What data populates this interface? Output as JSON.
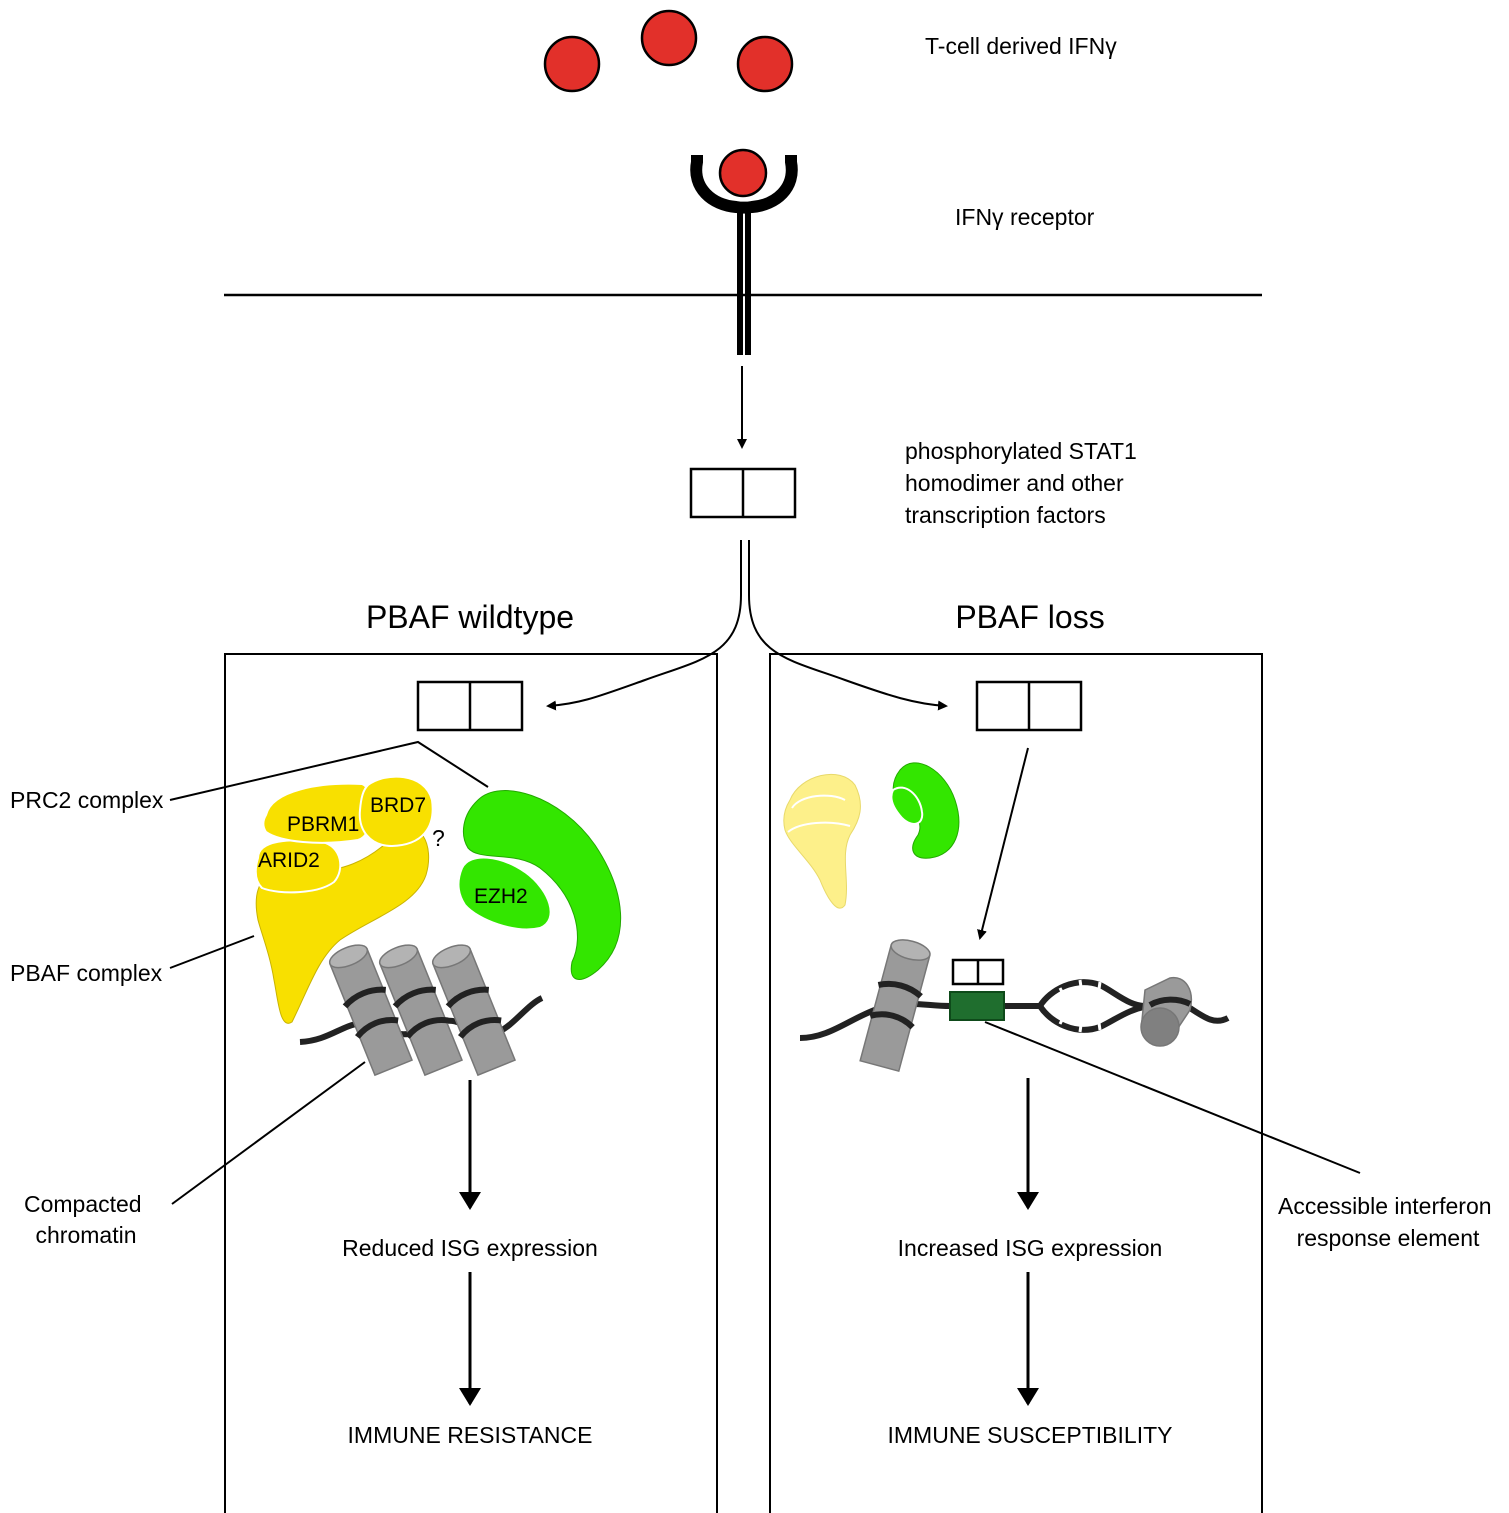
{
  "ligand": {
    "label": "T-cell derived IFNγ",
    "color": "#e2302a"
  },
  "receptor": {
    "label": "IFNγ receptor"
  },
  "stat": {
    "line1": "phosphorylated STAT1",
    "line2": "homodimer and other",
    "line3": "transcription factors"
  },
  "left_panel": {
    "title": "PBAF wildtype",
    "subunits": {
      "pbrm1": "PBRM1",
      "brd7": "BRD7",
      "arid2": "ARID2",
      "ezh2": "EZH2"
    },
    "question_mark": "?",
    "callouts": {
      "prc2": "PRC2 complex",
      "pbaf": "PBAF complex",
      "chromatin_line1": "Compacted",
      "chromatin_line2": "chromatin"
    },
    "expression": "Reduced ISG expression",
    "outcome": "IMMUNE RESISTANCE"
  },
  "right_panel": {
    "title": "PBAF loss",
    "callouts": {
      "ire_line1": "Accessible interferon",
      "ire_line2": "response element"
    },
    "expression": "Increased ISG expression",
    "outcome": "IMMUNE SUSCEPTIBILITY"
  },
  "colors": {
    "pbaf": "#f8e000",
    "pbaf_faded": "#fdf08a",
    "prc2": "#33e600",
    "nucleosome": "#9a9a9a",
    "ire": "#1f6e2e"
  }
}
